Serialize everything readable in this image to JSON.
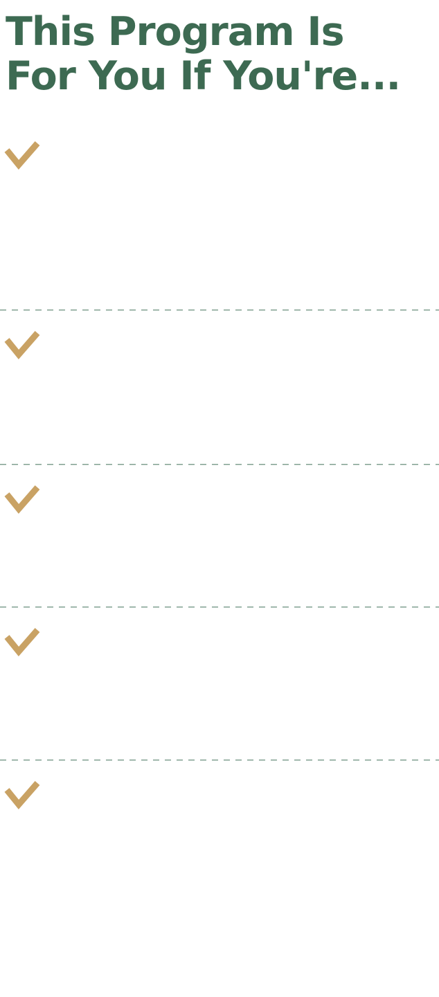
{
  "page": {
    "background_color": "#ffffff"
  },
  "header": {
    "title_line1": "This Program Is",
    "title_line2": "For You If You're...",
    "title_full": "This Program Is For You If You're...",
    "color": "#3d6a52"
  },
  "checklist": {
    "check_icon": "checkmark-icon",
    "check_color": "#c9a264",
    "divider_color": "#80a090",
    "items": [
      {
        "text": ""
      },
      {
        "text": ""
      },
      {
        "text": ""
      },
      {
        "text": ""
      },
      {
        "text": ""
      }
    ]
  }
}
